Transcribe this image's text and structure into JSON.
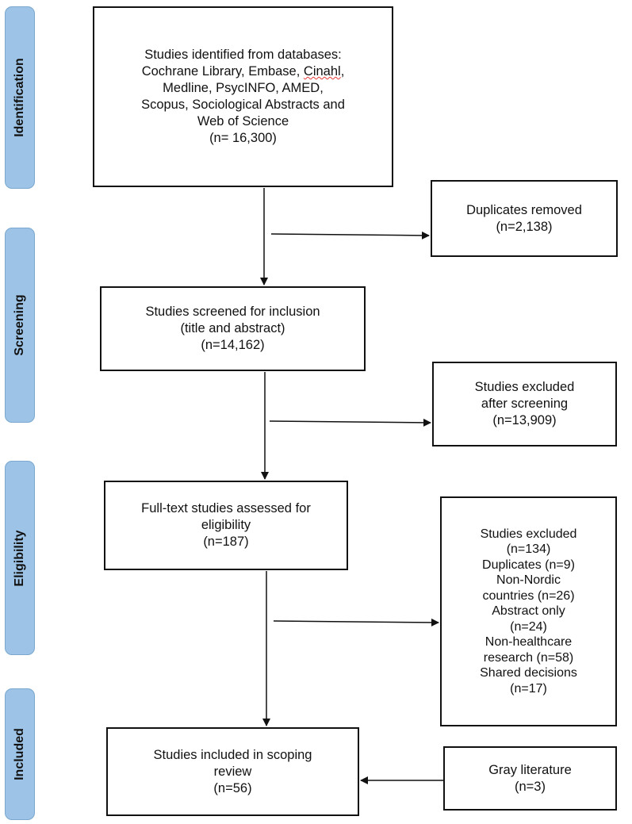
{
  "phases": {
    "identification": "Identification",
    "screening": "Screening",
    "eligibility": "Eligibility",
    "included": "Included"
  },
  "boxes": {
    "identified": {
      "line1": "Studies identified from databases:",
      "line2_pre": "Cochrane Library, Embase, ",
      "line2_misspelled": "Cinahl",
      "line2_post": ",",
      "rest": "Medline, PsycINFO, AMED,\nScopus, Sociological Abstracts and\nWeb of Science\n(n= 16,300)"
    },
    "duplicates_removed": "Duplicates removed\n(n=2,138)",
    "screened": "Studies screened for inclusion\n(title and abstract)\n(n=14,162)",
    "excluded_screening": "Studies excluded\nafter screening\n(n=13,909)",
    "fulltext": "Full-text studies assessed for\neligibility\n(n=187)",
    "excluded_fulltext": "Studies excluded\n(n=134)\nDuplicates (n=9)\nNon-Nordic\ncountries (n=26)\nAbstract only\n(n=24)\nNon-healthcare\nresearch (n=58)\nShared decisions\n(n=17)",
    "included": "Studies included in scoping\nreview\n(n=56)",
    "gray_literature": "Gray literature\n(n=3)"
  }
}
